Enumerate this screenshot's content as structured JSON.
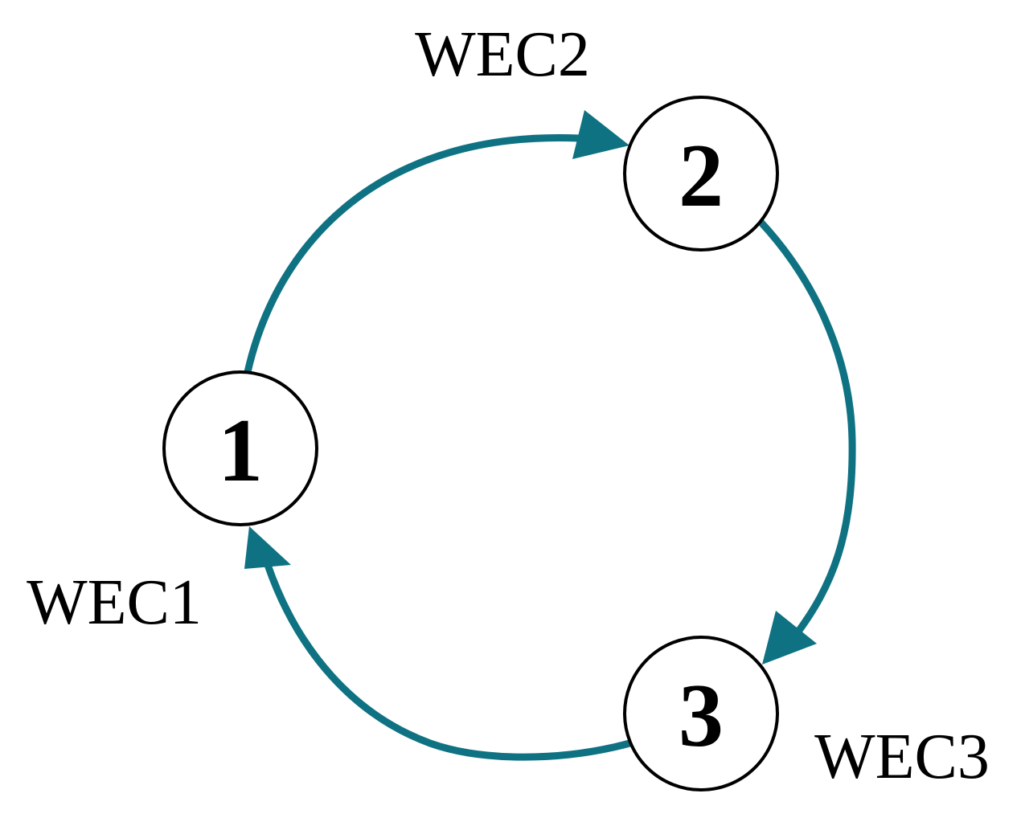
{
  "diagram": {
    "edge_color": "#0f7282",
    "nodes": [
      {
        "id": "1",
        "number": "1",
        "label": "WEC1"
      },
      {
        "id": "2",
        "number": "2",
        "label": "WEC2"
      },
      {
        "id": "3",
        "number": "3",
        "label": "WEC3"
      }
    ],
    "edges": [
      {
        "from": "1",
        "to": "2"
      },
      {
        "from": "2",
        "to": "3"
      },
      {
        "from": "3",
        "to": "1"
      }
    ]
  }
}
